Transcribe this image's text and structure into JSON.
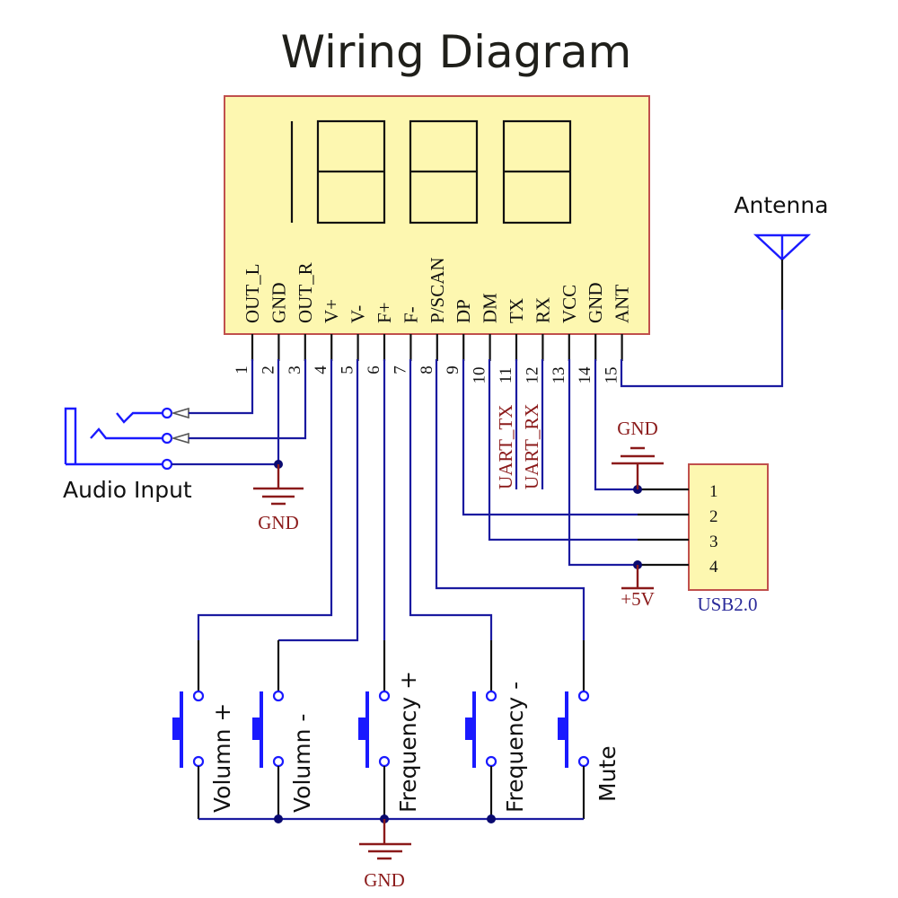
{
  "title": "Wiring Diagram",
  "module": {
    "display_digits": [
      "1",
      "8",
      "8",
      "8"
    ],
    "pins": [
      {
        "num": "1",
        "label": "OUT_L"
      },
      {
        "num": "2",
        "label": "GND"
      },
      {
        "num": "3",
        "label": "OUT_R"
      },
      {
        "num": "4",
        "label": "V+"
      },
      {
        "num": "5",
        "label": "V-"
      },
      {
        "num": "6",
        "label": "F+"
      },
      {
        "num": "7",
        "label": "F-"
      },
      {
        "num": "8",
        "label": "P/SCAN"
      },
      {
        "num": "9",
        "label": "DP"
      },
      {
        "num": "10",
        "label": "DM"
      },
      {
        "num": "11",
        "label": "TX"
      },
      {
        "num": "12",
        "label": "RX"
      },
      {
        "num": "13",
        "label": "VCC"
      },
      {
        "num": "14",
        "label": "GND"
      },
      {
        "num": "15",
        "label": "ANT"
      }
    ],
    "fill_color": "#fdf7b0",
    "border_color": "#c0504d"
  },
  "uart": {
    "tx_label": "UART_TX",
    "rx_label": "UART_RX"
  },
  "antenna": {
    "label": "Antenna"
  },
  "audio": {
    "label": "Audio Input"
  },
  "usb": {
    "label": "USB2.0",
    "pins": [
      "1",
      "2",
      "3",
      "4"
    ],
    "gnd_label": "GND",
    "power_label": "+5V"
  },
  "grounds": {
    "audio_gnd": "GND",
    "button_gnd": "GND"
  },
  "buttons": [
    {
      "label": "Volumn +"
    },
    {
      "label": "Volumn -"
    },
    {
      "label": "Frequency +"
    },
    {
      "label": "Frequency -"
    },
    {
      "label": "Mute"
    }
  ],
  "colors": {
    "wire": "#1a1aa0",
    "component": "#1a1aff",
    "ground": "#8b1a1a",
    "module_fill": "#fdf7b0"
  }
}
